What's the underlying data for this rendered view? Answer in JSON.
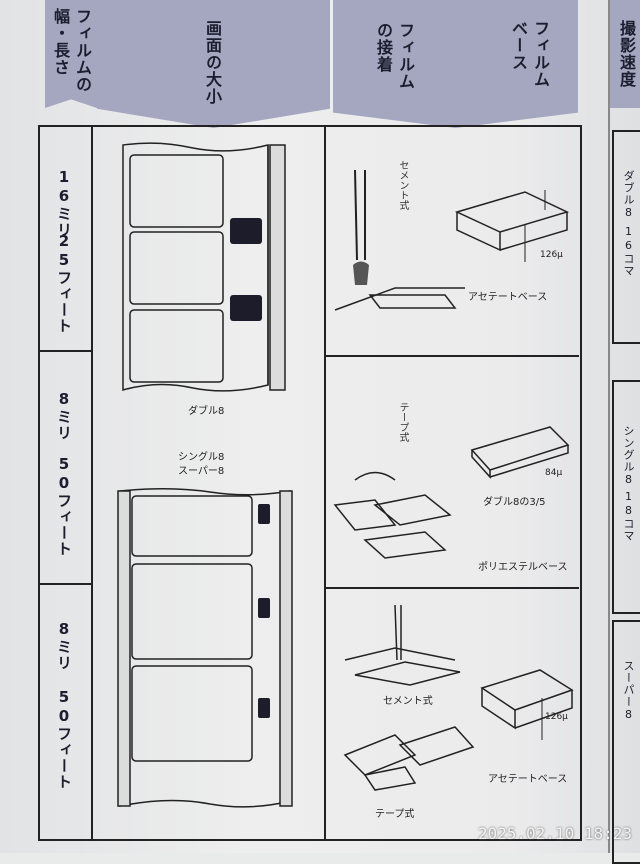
{
  "headers": {
    "width_length": [
      "フィルムの",
      "幅・長さ"
    ],
    "frame_size": "画面の大小",
    "splicing": [
      "フィルム",
      "の接着"
    ],
    "film_base": [
      "フィルム",
      "ベース"
    ],
    "speed": "撮影速度"
  },
  "rows": [
    {
      "left": [
        "16ミリ",
        "25フィート"
      ]
    },
    {
      "left": [
        "8ミリ",
        "50フィート"
      ]
    },
    {
      "left": [
        "8ミリ",
        "50フィート"
      ]
    }
  ],
  "frame_labels": {
    "double8": "ダブル8",
    "single8_line1": "シングル8",
    "single8_line2": "スーパー8"
  },
  "splice_labels": {
    "cement": "セメント式",
    "tape": "テープ式",
    "cement2": "セメント式",
    "tape2": "テープ式"
  },
  "base_labels": {
    "acetate": "アセテートベース",
    "polyester": "ポリエステルベース",
    "acetate2": "アセテートベース",
    "thickness1": "126μ",
    "thickness2": "84μ",
    "double8_note": "ダブル8の3/5",
    "thickness3": "126μ"
  },
  "right_column": {
    "r1": [
      "ダブル8",
      "16コマ"
    ],
    "r2": [
      "シングル8",
      "18コマ"
    ],
    "r3": [
      "スーパー8"
    ]
  },
  "timestamp": "2025.02.10 18:23"
}
